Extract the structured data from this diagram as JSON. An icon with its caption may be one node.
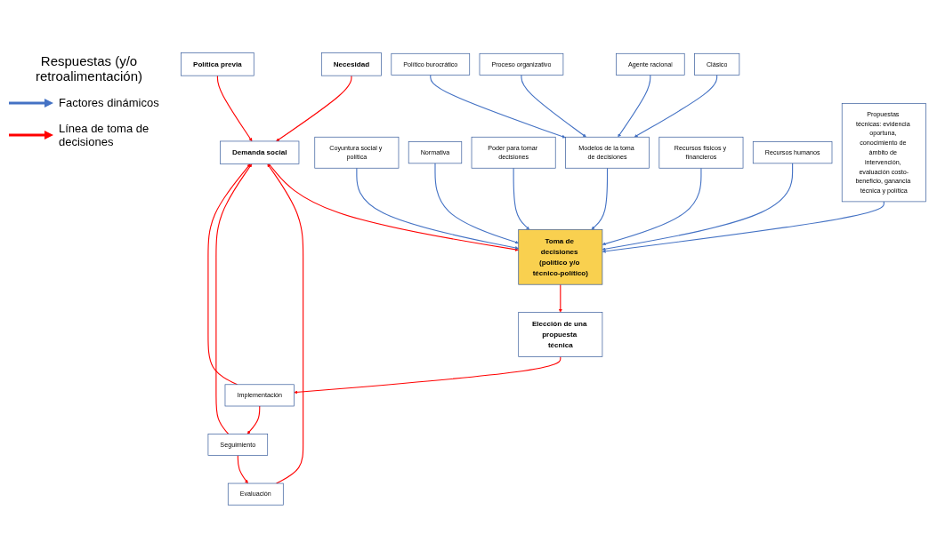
{
  "diagram": {
    "nodes": [
      {
        "text": [
          "Necesidad"
        ]
      },
      {
        "text": [
          "Política previa"
        ]
      },
      {
        "text": [
          "Demanda social"
        ]
      },
      {
        "text": [
          "Toma de decisiones (político y/o técnico-político)"
        ]
      },
      {
        "text": [
          "Elección de una propuesta técnica"
        ]
      },
      {
        "text": [
          "Implementación"
        ]
      },
      {
        "text": [
          "Seguimiento"
        ]
      },
      {
        "text": [
          "Evaluación"
        ]
      },
      {
        "text": [
          "Coyuntura social y política"
        ]
      },
      {
        "text": [
          "Normativa"
        ]
      },
      {
        "text": [
          "Poder para tomar decisiones"
        ]
      },
      {
        "text": [
          "Modelos de la toma de decisiones"
        ]
      },
      {
        "text": [
          "Clásico"
        ]
      },
      {
        "text": [
          "Agente racional"
        ]
      },
      {
        "text": [
          "Proceso organizativo"
        ]
      },
      {
        "text": [
          "Político burocrático"
        ]
      },
      {
        "text": [
          "Propuestas técnicas: evidencia oportuna, conocimiento de ámbito de intervención, evaluación costo-beneficio, ganancia técnica y política"
        ]
      },
      {
        "text": [
          "Recursos físicos y financieros"
        ]
      },
      {
        "text": [
          "Recursos humanos"
        ]
      }
    ],
    "edges": [
      {
        "from": 0,
        "to": 2,
        "arrow": "to",
        "color": "#ff0000"
      },
      {
        "from": 1,
        "to": 2,
        "arrow": "to",
        "color": "#ff0000"
      },
      {
        "from": 2,
        "to": 3,
        "arrow": "to",
        "color": "#ff0000"
      },
      {
        "from": 3,
        "to": 4,
        "arrow": "to",
        "color": "#ff0000"
      },
      {
        "from": 4,
        "to": 5,
        "arrow": "to",
        "color": "#ff0000"
      },
      {
        "from": 5,
        "to": 6,
        "arrow": "to",
        "color": "#ff0000"
      },
      {
        "from": 6,
        "to": 7,
        "arrow": "to",
        "color": "#ff0000"
      },
      {
        "from": 5,
        "to": 2,
        "arrow": "to",
        "color": "#ff0000"
      },
      {
        "from": 6,
        "to": 2,
        "arrow": "to",
        "color": "#ff0000"
      },
      {
        "from": 7,
        "to": 2,
        "arrow": "to",
        "color": "#ff0000"
      },
      {
        "from": 8,
        "to": 3,
        "arrow": "to"
      },
      {
        "from": 9,
        "to": 3,
        "arrow": "to"
      },
      {
        "from": 10,
        "to": 3,
        "arrow": "to"
      },
      {
        "from": 11,
        "to": 3,
        "arrow": "to"
      },
      {
        "from": 12,
        "to": 11,
        "arrow": "to"
      },
      {
        "from": 13,
        "to": 11,
        "arrow": "to"
      },
      {
        "from": 14,
        "to": 11,
        "arrow": "to"
      },
      {
        "from": 15,
        "to": 11,
        "arrow": "to"
      },
      {
        "from": 16,
        "to": 3,
        "arrow": "to"
      },
      {
        "from": 17,
        "to": 3,
        "arrow": "to"
      },
      {
        "from": 18,
        "to": 3,
        "arrow": "to"
      }
    ],
    "labels": [
      "Respuestas (y/o retroalimentación)"
    ],
    "legend": [
      {
        "text": "Factores dinámicos"
      },
      {
        "text": "Línea de toma de decisiones"
      }
    ]
  }
}
